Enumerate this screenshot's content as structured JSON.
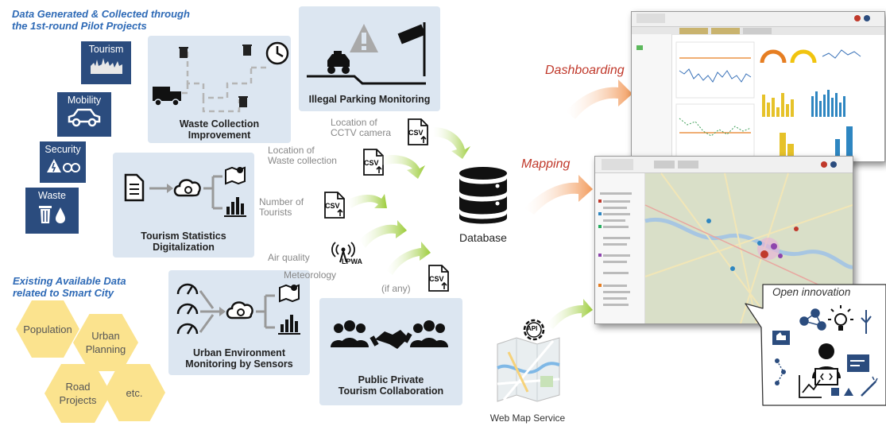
{
  "left": {
    "title_line1": "Data Generated & Collected through",
    "title_line2": "the 1st-round Pilot Projects",
    "tiles": [
      "Tourism",
      "Mobility",
      "Security",
      "Waste"
    ],
    "existing_title_line1": "Existing Available Data",
    "existing_title_line2": "related to Smart City",
    "hexes": [
      {
        "line1": "Population",
        "line2": ""
      },
      {
        "line1": "Urban",
        "line2": "Planning"
      },
      {
        "line1": "Road",
        "line2": "Projects"
      },
      {
        "line1": "etc.",
        "line2": ""
      }
    ]
  },
  "panels": {
    "waste": {
      "line1": "Waste Collection",
      "line2": "Improvement"
    },
    "parking": {
      "line1": "Illegal Parking Monitoring"
    },
    "tourism": {
      "line1": "Tourism Statistics",
      "line2": "Digitalization"
    },
    "urban": {
      "line1": "Urban Environment",
      "line2": "Monitoring by Sensors"
    },
    "ppp": {
      "line1": "Public Private",
      "line2": "Tourism Collaboration"
    }
  },
  "flows": {
    "cctv_line1": "Location of",
    "cctv_line2": "CCTV camera",
    "waste_line1": "Location of",
    "waste_line2": "Waste collection",
    "tourists_line1": "Number of",
    "tourists_line2": "Tourists",
    "air": "Air quality",
    "meteo": "Meteorology",
    "ifany": "(if any)",
    "lpwa": "LPWA",
    "csv": "CSV"
  },
  "center": {
    "database": "Database",
    "web_map": "Web Map Service",
    "api": "API"
  },
  "right": {
    "dashboarding": "Dashboarding",
    "mapping": "Mapping",
    "open_innovation": "Open innovation"
  },
  "colors": {
    "title_blue": "#2e6ab6",
    "panel_bg": "#dce6f1",
    "tile_bg": "#2b4c7e",
    "hex_fill": "#fbe38e",
    "label_red": "#c0392b"
  }
}
